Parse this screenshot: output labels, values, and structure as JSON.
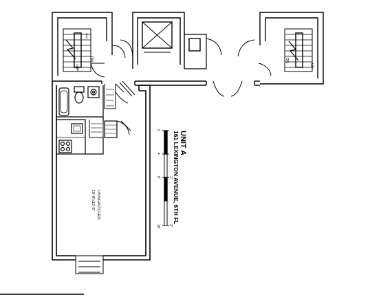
{
  "plan": {
    "unit_title": "UNIT A",
    "address": "161 LEXINGTON AVENUE, 6TH FL",
    "room_name": "LIVING/KITCHEN",
    "room_size": "16'-8\"x13'-8\"",
    "stair_left": {
      "up": "UP",
      "dn": "DN"
    },
    "stair_right": {
      "up": "UP",
      "dn": "DN"
    },
    "scale_ticks": [
      "0",
      "4'",
      "8'",
      "16'"
    ],
    "scale_fractions": [
      "1\"",
      "2\""
    ],
    "colors": {
      "line": "#000000",
      "background": "#ffffff"
    }
  }
}
